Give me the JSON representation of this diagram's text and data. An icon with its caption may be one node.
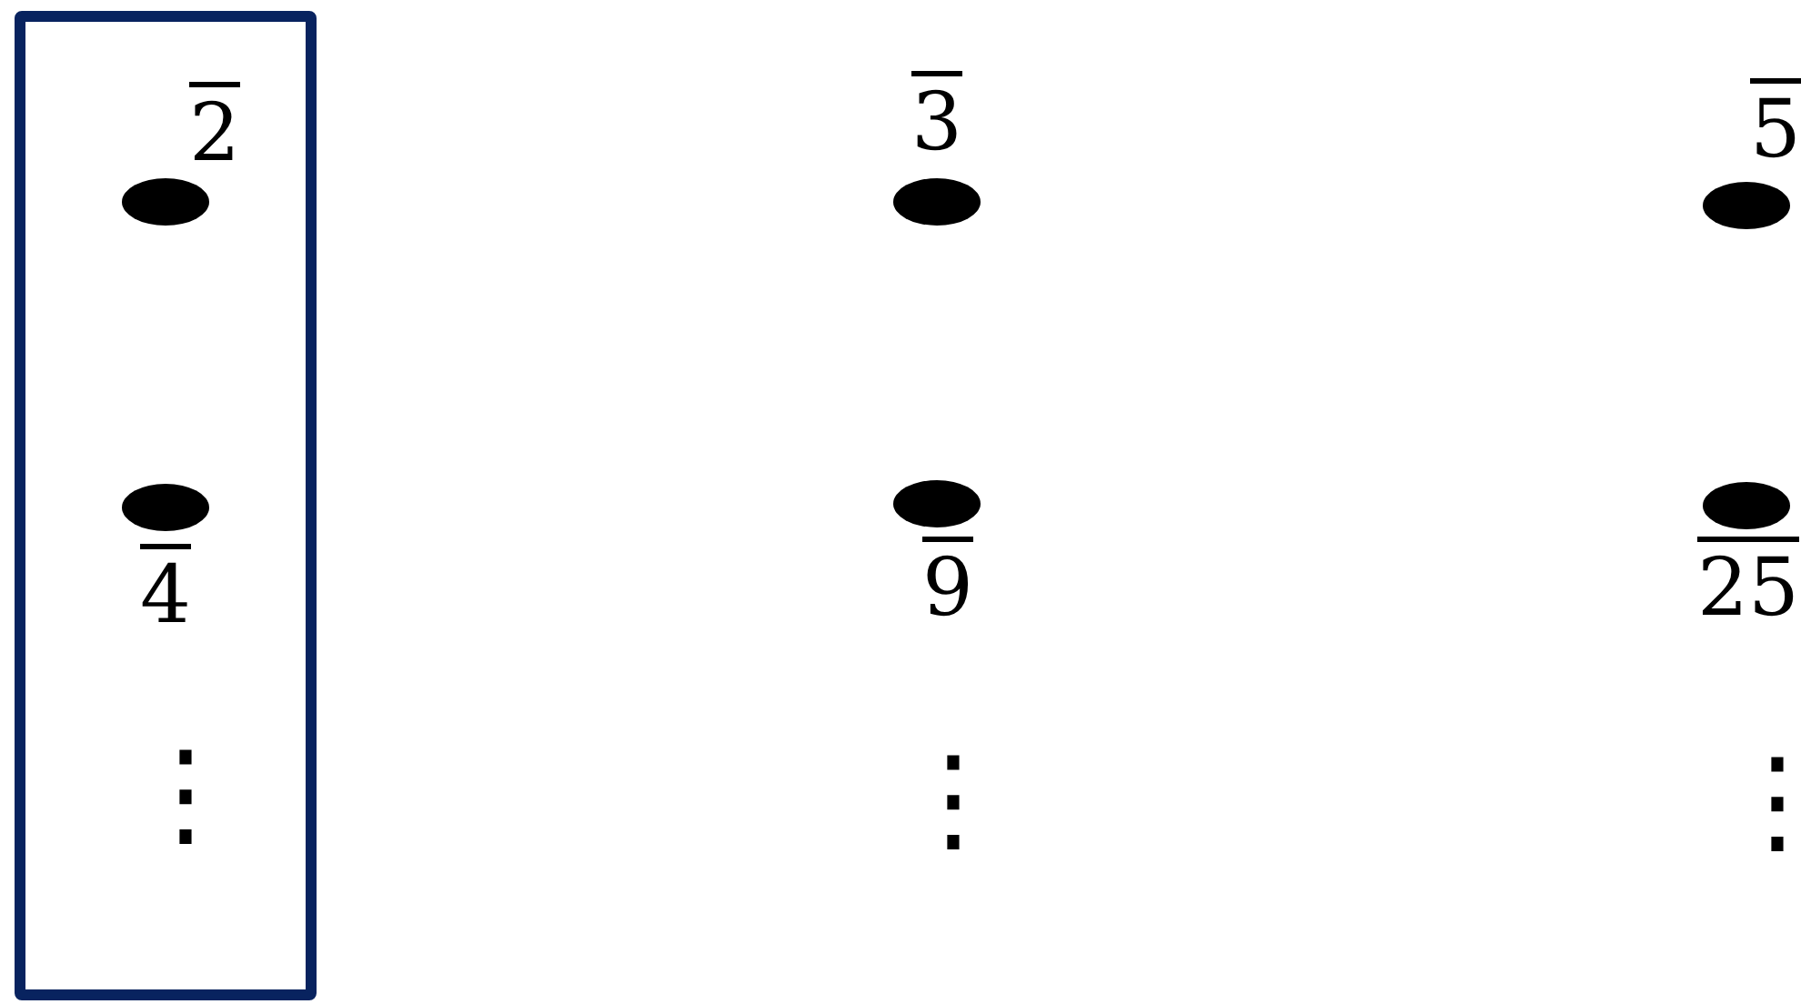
{
  "diagram": {
    "nodes": [
      {
        "text": [],
        "shape": "box"
      },
      {
        "text": [],
        "shape": "ellipse",
        "beside": [
          "2"
        ],
        "in": 0
      },
      {
        "text": [],
        "shape": "ellipse",
        "beside": [
          "3"
        ]
      },
      {
        "text": [],
        "shape": "ellipse",
        "beside": [
          "5"
        ]
      },
      {
        "text": [],
        "shape": "ellipse",
        "beside": [
          "4"
        ],
        "in": 0
      },
      {
        "text": [],
        "shape": "ellipse",
        "beside": [
          "9"
        ]
      },
      {
        "text": [],
        "shape": "ellipse",
        "beside": [
          "25"
        ]
      }
    ],
    "labels": [
      "⋮",
      "⋮",
      "⋮"
    ]
  }
}
